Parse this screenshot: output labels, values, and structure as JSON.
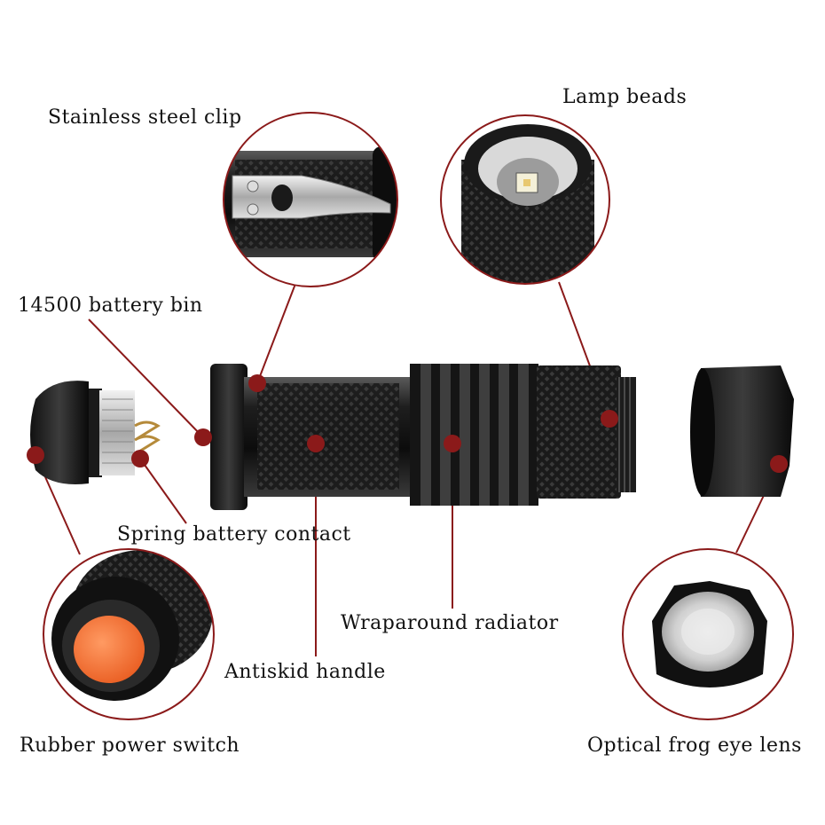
{
  "labels": {
    "clip": "Stainless steel clip",
    "lamp": "Lamp beads",
    "battery": "14500 battery bin",
    "spring": "Spring battery contact",
    "radiator": "Wraparound radiator",
    "handle": "Antiskid handle",
    "switch": "Rubber power switch",
    "lens": "Optical frog eye lens"
  },
  "colors": {
    "marker": "#8b1a1a",
    "leader": "#8b1a1a",
    "metal_dark": "#1a1a1a",
    "switch_orange": "#ff7a3a"
  }
}
